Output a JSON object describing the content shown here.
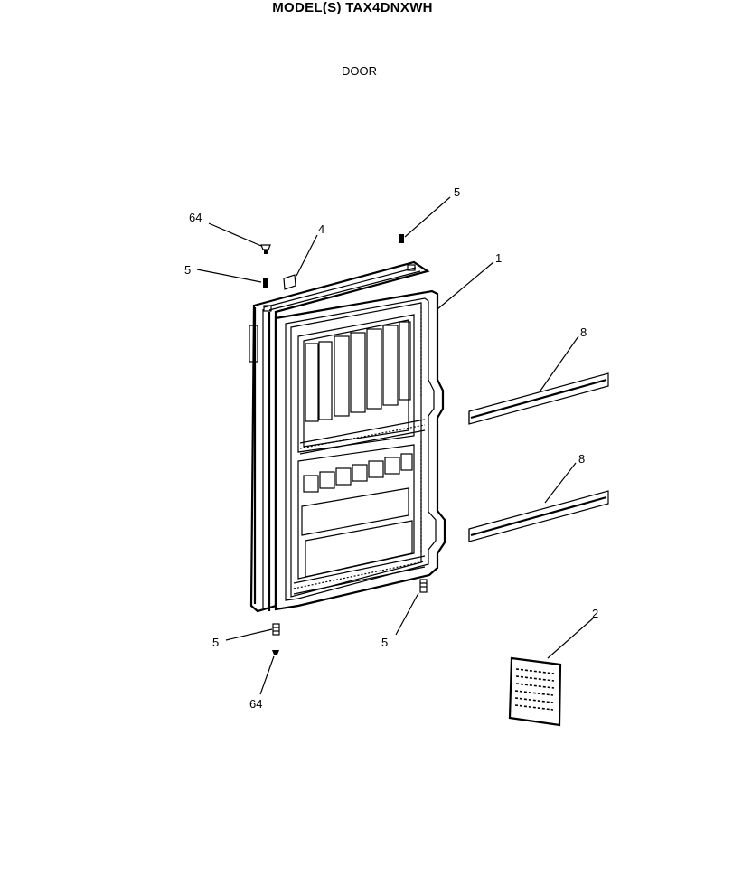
{
  "header": {
    "model_title": "MODEL(S) TAX4DNXWH",
    "section_title": "DOOR"
  },
  "callouts": {
    "screw_top_right": "5",
    "hinge_pin_top": "64",
    "cap_part": "4",
    "screw_top_left": "5",
    "door_assembly": "1",
    "shelf_rail_upper": "8",
    "shelf_rail_lower": "8",
    "label_plate": "2",
    "screw_bottom_left": "5",
    "screw_bottom_right": "5",
    "hinge_pin_bottom": "64"
  }
}
